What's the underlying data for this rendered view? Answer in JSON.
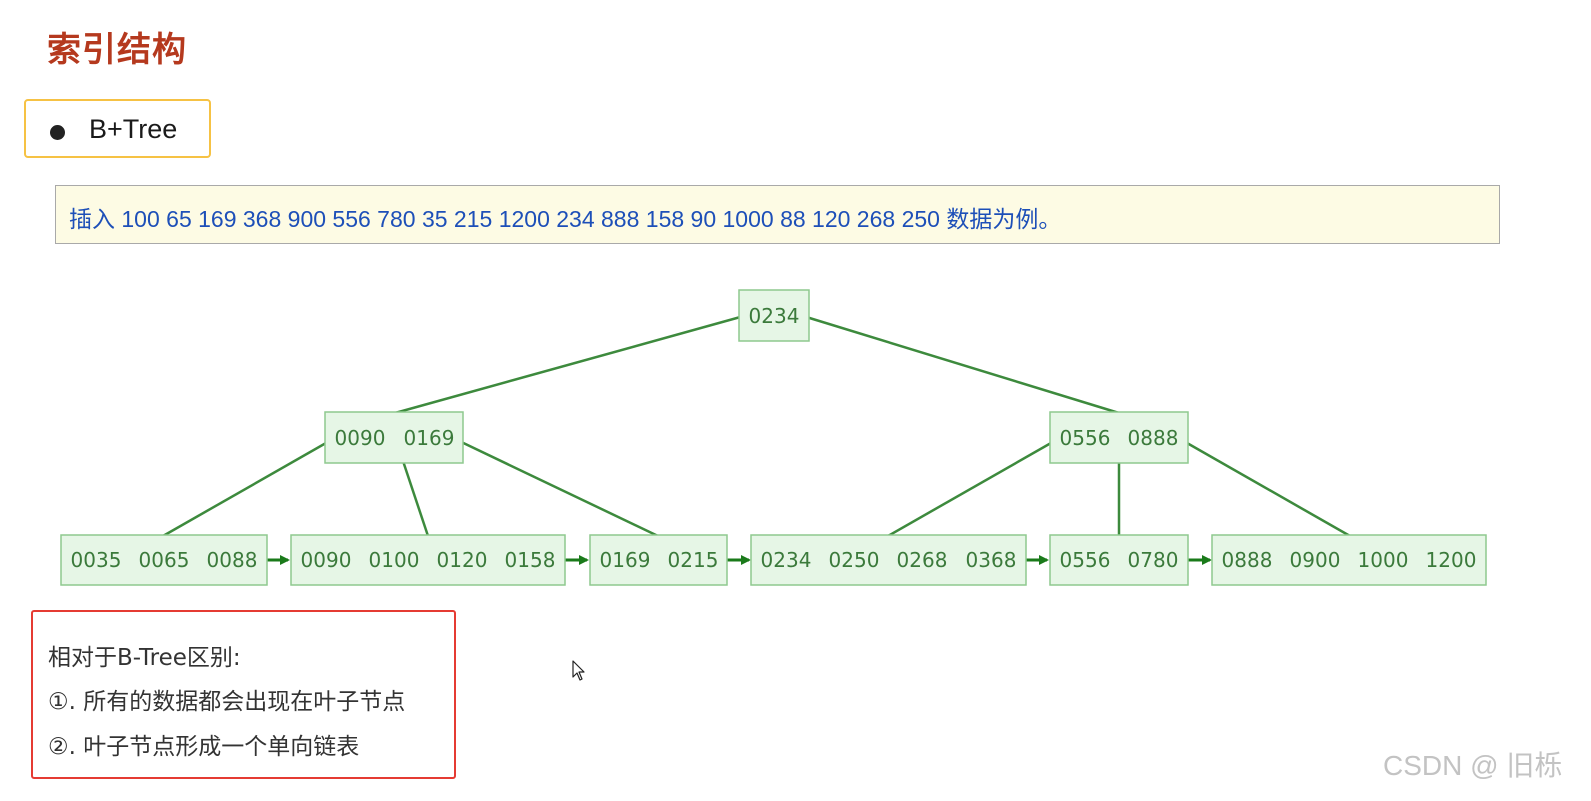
{
  "page": {
    "title": "索引结构",
    "section_label": "B+Tree",
    "note": "插入 100 65 169 368 900 556 780 35 215 1200 234 888 158 90 1000 88 120 268 250 数据为例。",
    "differences": {
      "heading": "相对于B-Tree区别:",
      "items": [
        "①. 所有的数据都会出现在叶子节点",
        "②. 叶子节点形成一个单向链表"
      ]
    },
    "watermark": "CSDN @ 旧栎"
  },
  "colors": {
    "title": "#b5391e",
    "node_fill": "#e6f6e6",
    "node_border": "#8ec98e",
    "edge": "#3d8a3d",
    "key_text": "#3b7a3b",
    "leaf_link": "#1a7a1a",
    "note_bg": "#fdfbe4",
    "note_text": "#1d4fb8",
    "highlight_border": "#f6c244",
    "diff_border": "#e53b33"
  },
  "tree": {
    "root": {
      "keys": [
        "0234"
      ]
    },
    "internal": [
      {
        "keys": [
          "0090",
          "0169"
        ]
      },
      {
        "keys": [
          "0556",
          "0888"
        ]
      }
    ],
    "leaves": [
      {
        "keys": [
          "0035",
          "0065",
          "0088"
        ]
      },
      {
        "keys": [
          "0090",
          "0100",
          "0120",
          "0158"
        ]
      },
      {
        "keys": [
          "0169",
          "0215"
        ]
      },
      {
        "keys": [
          "0234",
          "0250",
          "0268",
          "0368"
        ]
      },
      {
        "keys": [
          "0556",
          "0780"
        ]
      },
      {
        "keys": [
          "0888",
          "0900",
          "1000",
          "1200"
        ]
      }
    ]
  }
}
